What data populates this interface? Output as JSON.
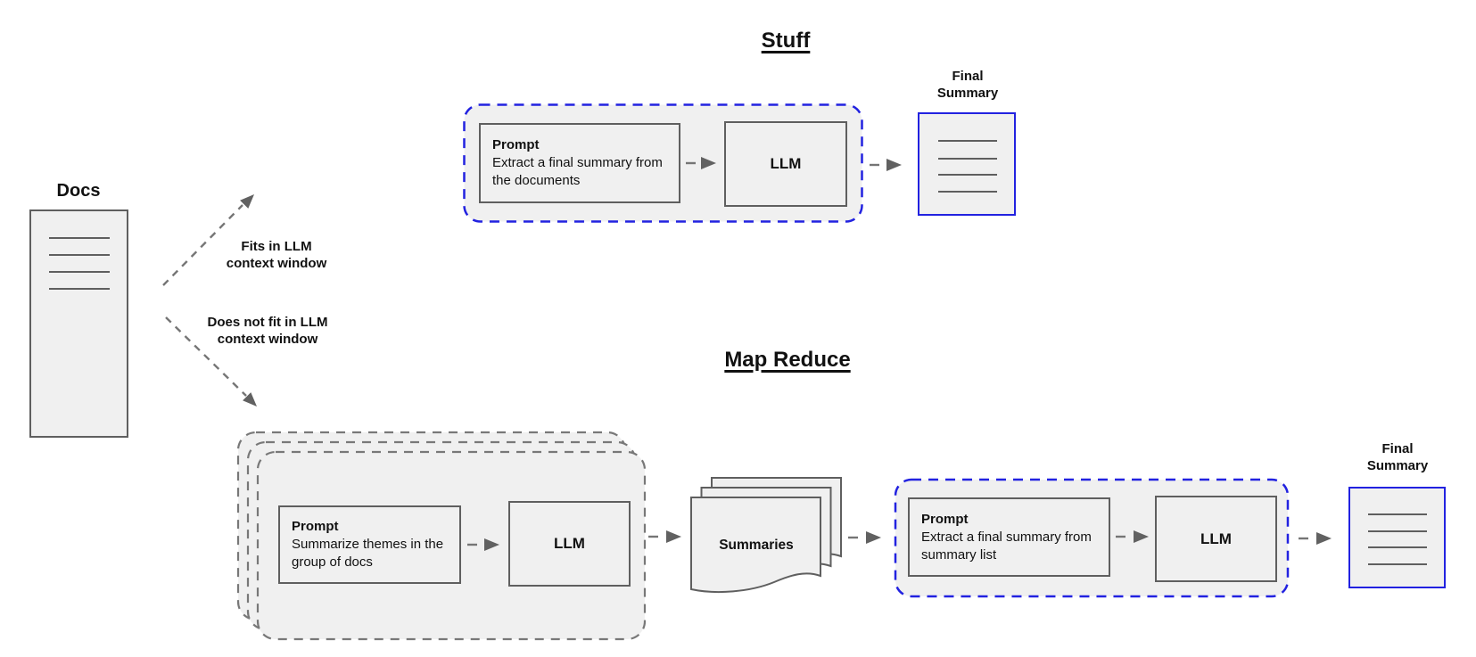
{
  "colors": {
    "accent_blue": "#2222e0",
    "box_fill": "#f0f0f0",
    "box_border_gray": "#5f5f5f",
    "dashed_gray": "#757575",
    "arrowhead_gray": "#616161"
  },
  "docs": {
    "label": "Docs"
  },
  "branches": {
    "fits": {
      "line1": "Fits in LLM",
      "line2": "context window"
    },
    "not_fits": {
      "line1": "Does not fit in LLM",
      "line2": "context window"
    }
  },
  "stuff": {
    "title": "Stuff",
    "prompt": {
      "heading": "Prompt",
      "body": "Extract a final summary from the documents"
    },
    "llm": "LLM",
    "final_summary": {
      "line1": "Final",
      "line2": "Summary"
    }
  },
  "map_reduce": {
    "title": "Map Reduce",
    "map_prompt": {
      "heading": "Prompt",
      "body": "Summarize themes in the group of docs"
    },
    "map_llm": "LLM",
    "summaries_label": "Summaries",
    "reduce_prompt": {
      "heading": "Prompt",
      "body": "Extract a final summary from summary list"
    },
    "reduce_llm": "LLM",
    "final_summary": {
      "line1": "Final",
      "line2": "Summary"
    }
  }
}
